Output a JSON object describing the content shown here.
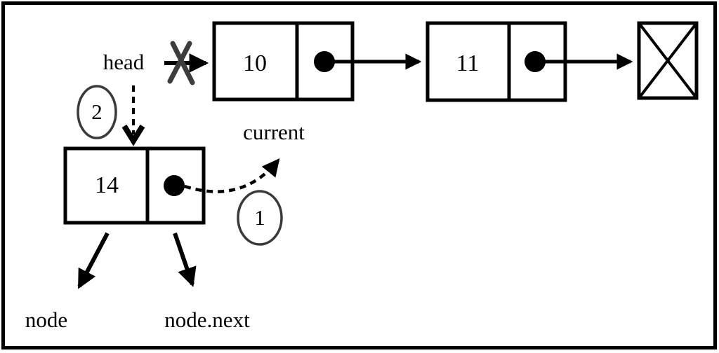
{
  "figure": {
    "labels": {
      "head": "head",
      "current": "current",
      "node": "node",
      "node_next": "node.next"
    },
    "step_badges": {
      "step1": "1",
      "step2": "2"
    },
    "list_nodes": [
      {
        "value": "10"
      },
      {
        "value": "11"
      },
      {
        "value": "14"
      }
    ],
    "colors": {
      "ink": "#000000",
      "cross": "#3d3d3d",
      "badge_stroke": "#3a3a3a",
      "background": "#ffffff"
    }
  }
}
